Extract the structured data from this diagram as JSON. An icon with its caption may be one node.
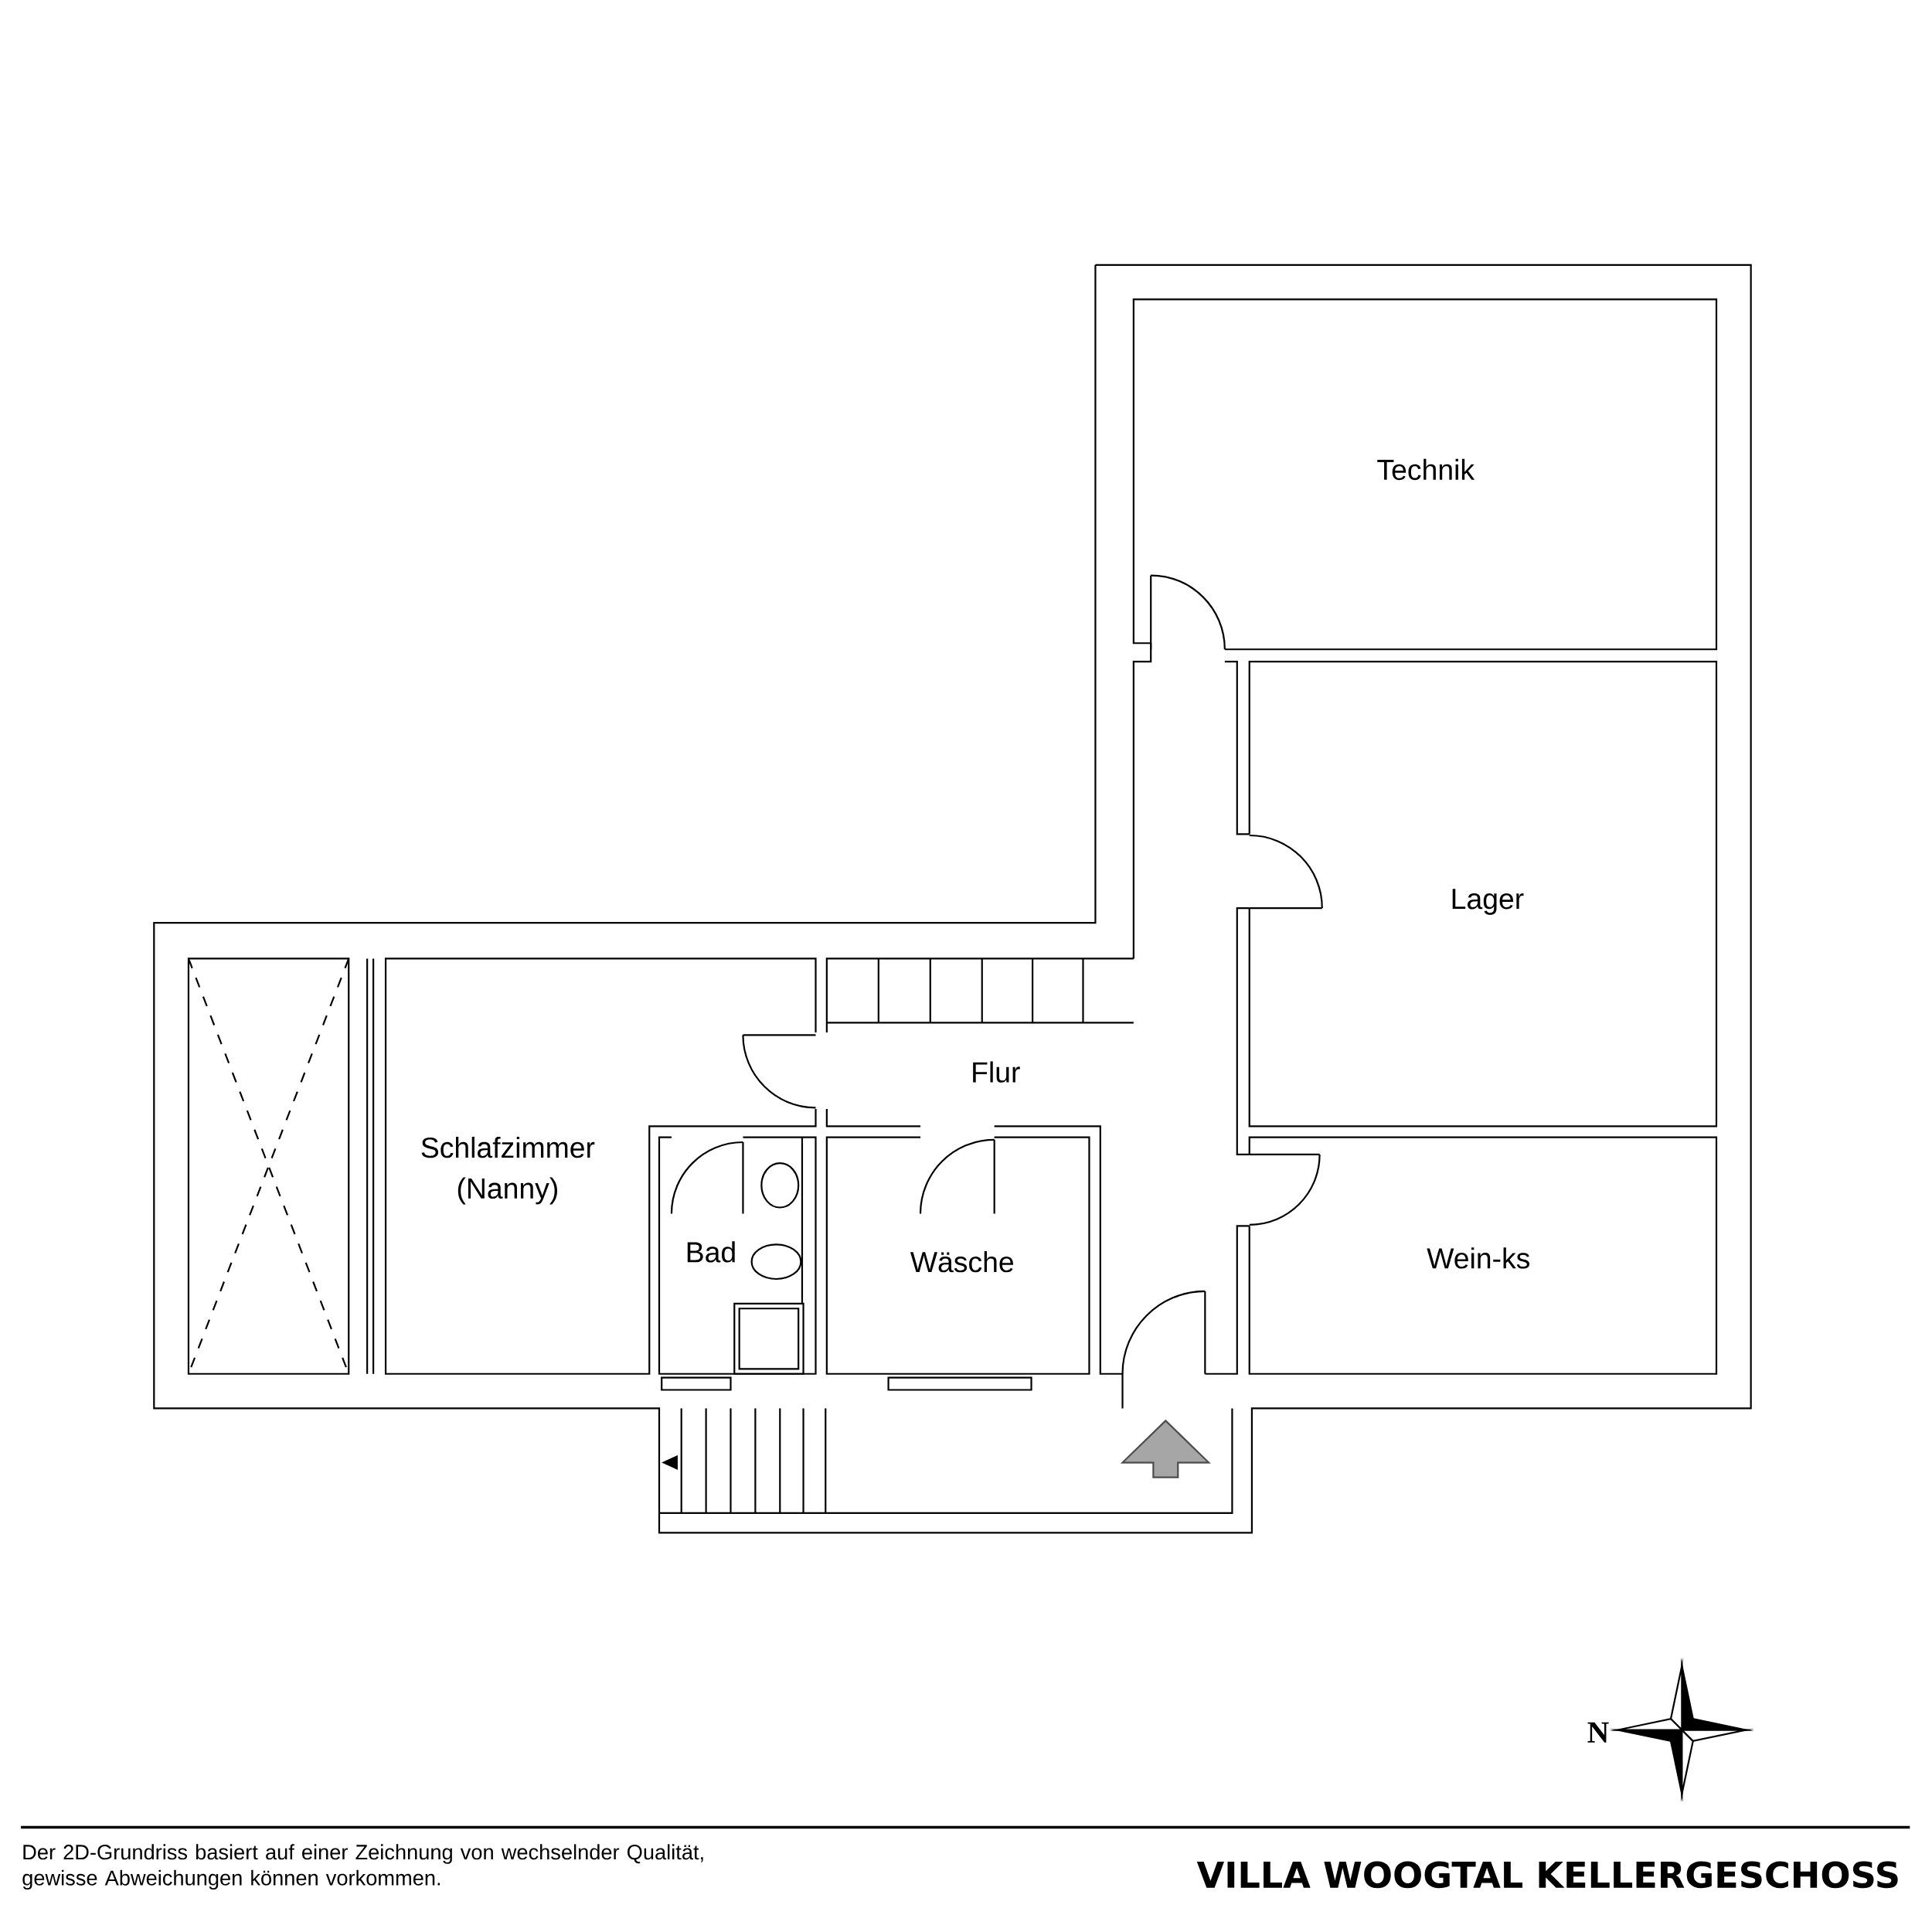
{
  "diagram": {
    "title": "VILLA WOOGTAL KELLERGESCHOSS",
    "nodes": [
      {
        "text": [
          "Technik"
        ]
      },
      {
        "text": [
          "Lager"
        ]
      },
      {
        "text": [
          "Flur"
        ]
      },
      {
        "text": [
          "Schlafzimmer (Nanny)"
        ]
      },
      {
        "text": [
          "Bad"
        ]
      },
      {
        "text": [
          "Wäsche"
        ]
      },
      {
        "text": [
          "Wein-ks"
        ]
      }
    ],
    "edges": [],
    "labels": [
      "N",
      "Der 2D-Grundriss basiert auf einer Zeichnung von wechselnder Qualität, gewisse Abweichungen können vorkommen."
    ]
  }
}
